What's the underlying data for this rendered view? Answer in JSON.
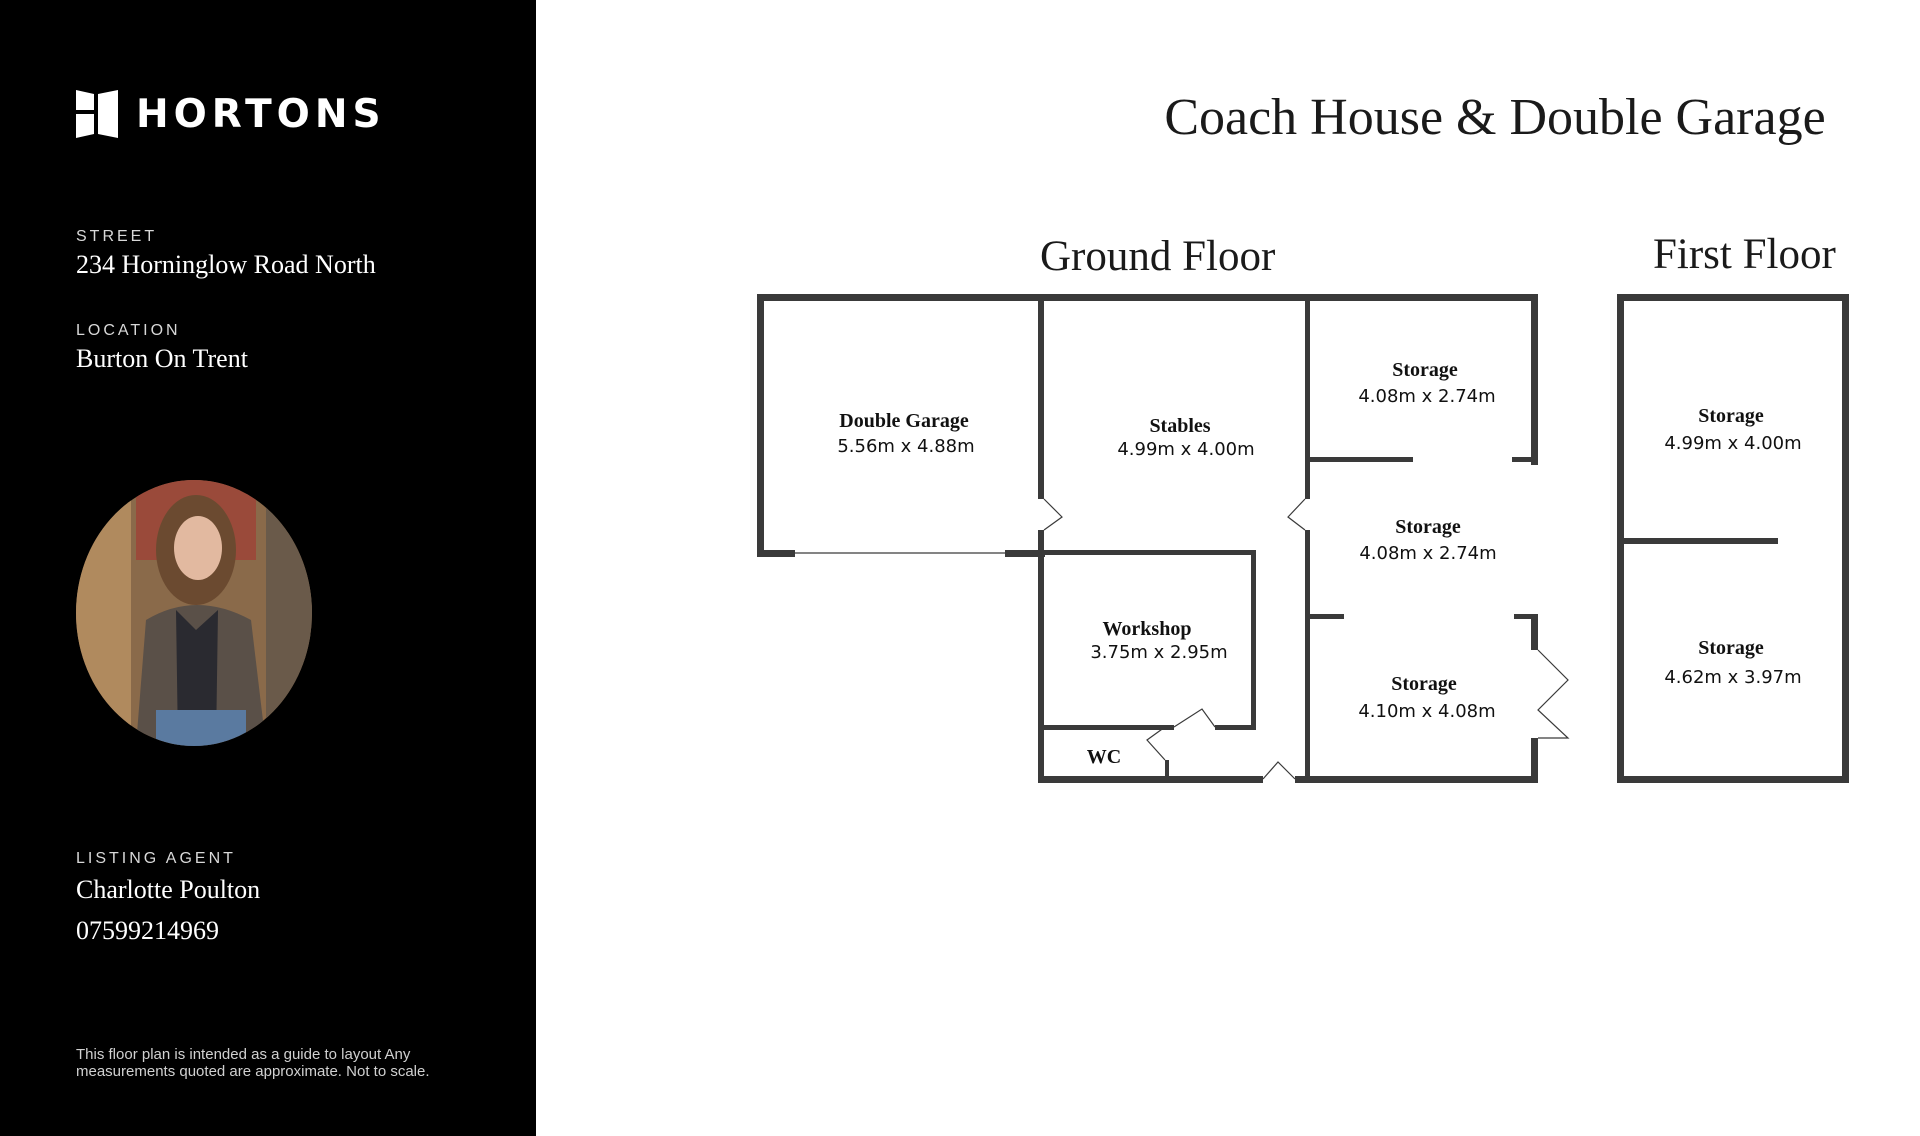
{
  "brand": {
    "name": "HORTONS"
  },
  "property": {
    "street_label": "STREET",
    "street": "234 Horninglow Road North",
    "location_label": "LOCATION",
    "location": "Burton On Trent"
  },
  "agent": {
    "label": "LISTING AGENT",
    "name": "Charlotte Poulton",
    "phone": "07599214969"
  },
  "disclaimer": "This floor plan is intended  as a guide to layout Any measurements quoted are approximate. Not to scale.",
  "title": "Coach House & Double Garage",
  "floors": {
    "ground": "Ground Floor",
    "first": "First Floor"
  },
  "rooms": {
    "double_garage": {
      "name": "Double Garage",
      "dims": "5.56m x 4.88m"
    },
    "stables": {
      "name": "Stables",
      "dims": "4.99m x 4.00m"
    },
    "storage_1": {
      "name": "Storage",
      "dims": "4.08m x 2.74m"
    },
    "storage_2": {
      "name": "Storage",
      "dims": "4.08m x 2.74m"
    },
    "storage_3": {
      "name": "Storage",
      "dims": "4.10m x 4.08m"
    },
    "workshop": {
      "name": "Workshop",
      "dims": "3.75m x 2.95m"
    },
    "wc": {
      "name": "WC"
    },
    "ff_storage_1": {
      "name": "Storage",
      "dims": "4.99m x 4.00m"
    },
    "ff_storage_2": {
      "name": "Storage",
      "dims": "4.62m x 3.97m"
    }
  },
  "colors": {
    "wall": "#3a3a3a",
    "sidebar": "#000000"
  }
}
